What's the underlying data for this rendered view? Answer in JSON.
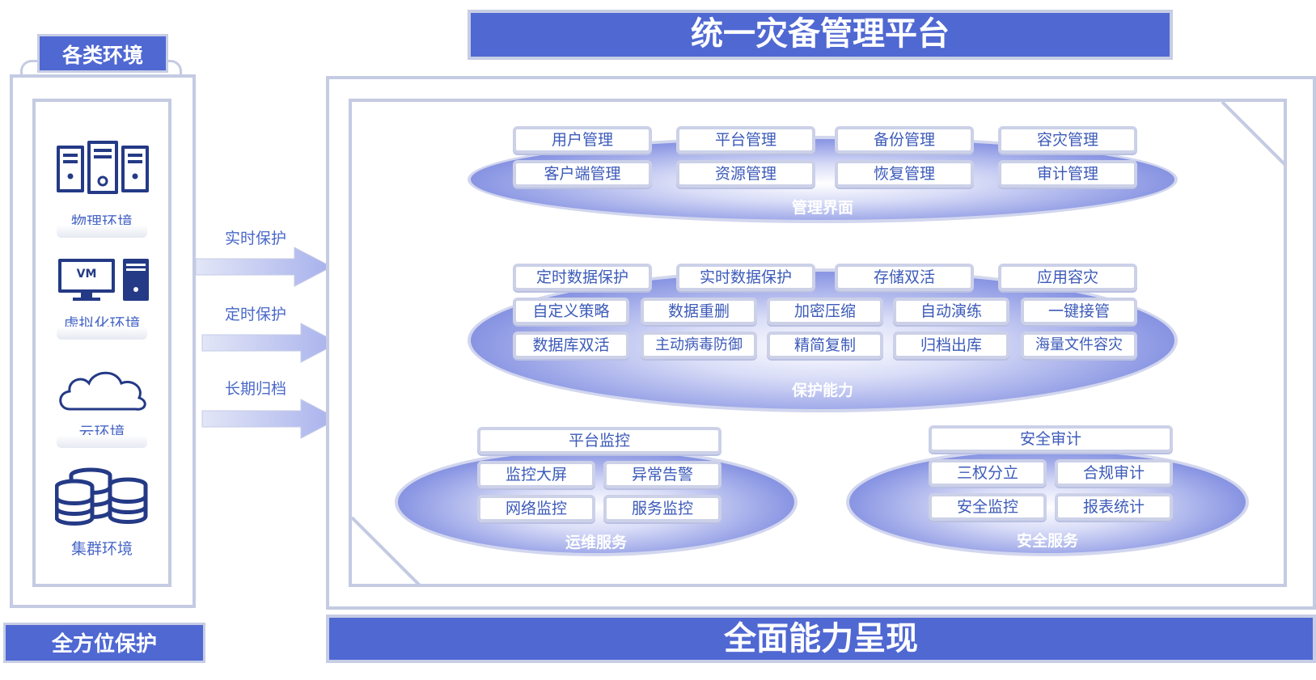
{
  "header": {
    "title": "统一灾备管理平台"
  },
  "footer": {
    "title": "全面能力呈现"
  },
  "left": {
    "tab": "各类环境",
    "footer": "全方位保护",
    "environments": [
      "物理环境",
      "虚拟化环境",
      "云环境",
      "集群环境"
    ],
    "vm_badge": "VM"
  },
  "arrows": [
    "实时保护",
    "定时保护",
    "长期归档"
  ],
  "management": {
    "label": "管理界面",
    "items": [
      "用户管理",
      "平台管理",
      "备份管理",
      "容灾管理",
      "客户端管理",
      "资源管理",
      "恢复管理",
      "审计管理"
    ]
  },
  "protection": {
    "label": "保护能力",
    "top": [
      "定时数据保护",
      "实时数据保护",
      "存储双活",
      "应用容灾"
    ],
    "row2": [
      "自定义策略",
      "数据重删",
      "加密压缩",
      "自动演练",
      "一键接管"
    ],
    "row3": [
      "数据库双活",
      "主动病毒防御",
      "精简复制",
      "归档出库",
      "海量文件容灾"
    ]
  },
  "ops": {
    "label": "运维服务",
    "header": "平台监控",
    "items": [
      "监控大屏",
      "异常告警",
      "网络监控",
      "服务监控"
    ]
  },
  "security": {
    "label": "安全服务",
    "header": "安全审计",
    "items": [
      "三权分立",
      "合规审计",
      "安全监控",
      "报表统计"
    ]
  },
  "colors": {
    "primary": "#5068d2",
    "border": "#c4cbe2",
    "text": "#3c5ab9"
  }
}
